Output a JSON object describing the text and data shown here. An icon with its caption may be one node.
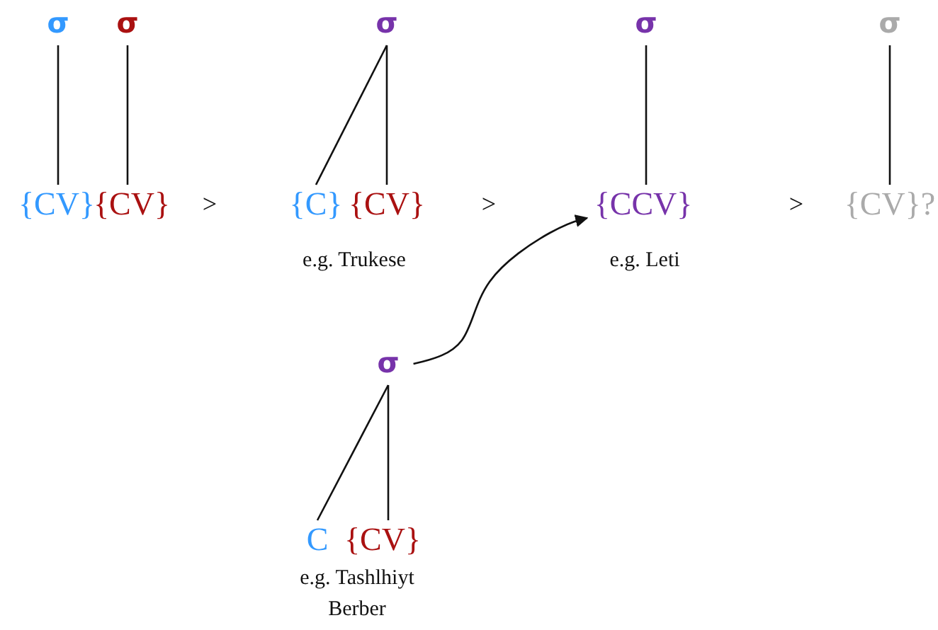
{
  "diagram": {
    "nodes": [
      {
        "text": [
          "σ"
        ]
      },
      {
        "text": [
          "σ"
        ]
      },
      {
        "text": [
          "{CV}"
        ]
      },
      {
        "text": [
          "{CV}"
        ]
      },
      {
        "text": [
          "σ"
        ]
      },
      {
        "text": [
          "{C}"
        ]
      },
      {
        "text": [
          "{CV}"
        ]
      },
      {
        "text": [
          "σ"
        ]
      },
      {
        "text": [
          "{CCV}"
        ]
      },
      {
        "text": [
          "σ"
        ]
      },
      {
        "text": [
          "{CV}?"
        ]
      },
      {
        "text": [
          "σ"
        ]
      },
      {
        "text": [
          "C"
        ]
      },
      {
        "text": [
          "{CV}"
        ]
      }
    ],
    "edges": [
      {
        "from": 0,
        "to": 2,
        "arrow": "none"
      },
      {
        "from": 1,
        "to": 3,
        "arrow": "none"
      },
      {
        "from": 4,
        "to": 5,
        "arrow": "none"
      },
      {
        "from": 4,
        "to": 6,
        "arrow": "none"
      },
      {
        "from": 7,
        "to": 8,
        "arrow": "none"
      },
      {
        "from": 9,
        "to": 10,
        "arrow": "none"
      },
      {
        "from": 11,
        "to": 12,
        "arrow": "none"
      },
      {
        "from": 11,
        "to": 13,
        "arrow": "none"
      },
      {
        "from": 11,
        "to": 8,
        "arrow": "to"
      }
    ],
    "labels": [
      ">",
      ">",
      ">",
      "e.g. Trukese",
      "e.g. Leti",
      "e.g. Tashlhiyt Berber"
    ]
  }
}
